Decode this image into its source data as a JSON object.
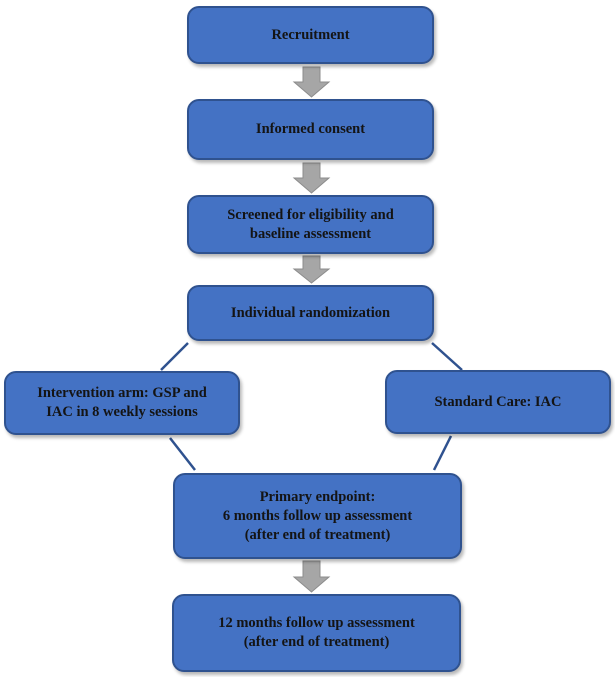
{
  "flowchart": {
    "steps": {
      "recruitment": "Recruitment",
      "consent": "Informed consent",
      "screening": "Screened for eligibility and\nbaseline assessment",
      "randomization": "Individual randomization",
      "intervention": "Intervention arm: GSP and\nIAC in 8 weekly sessions",
      "standard_care": "Standard Care: IAC",
      "primary_endpoint": "Primary endpoint:\n6 months follow up assessment\n(after end of treatment)",
      "followup_12": "12 months follow up assessment\n(after end of treatment)"
    }
  },
  "colors": {
    "box_fill": "#4472c4",
    "box_border": "#2f528f",
    "arrow": "#a6a6a6",
    "connector": "#2f528f"
  }
}
